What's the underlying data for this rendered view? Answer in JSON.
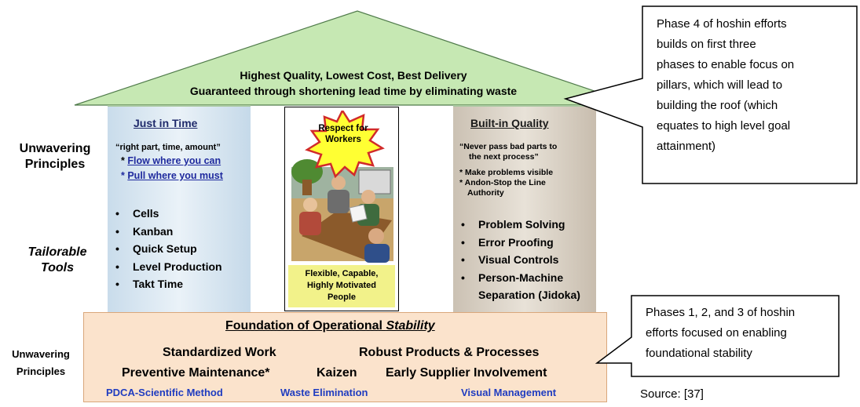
{
  "roof": {
    "line1": "Highest Quality, Lowest Cost, Best Delivery",
    "line2": "Guaranteed through shortening lead time by eliminating waste"
  },
  "side_labels": {
    "principles_top": [
      "Unwavering",
      "Principles"
    ],
    "tools": [
      "Tailorable",
      "Tools"
    ],
    "principles_bottom": [
      "Unwavering",
      "Principles"
    ]
  },
  "jit": {
    "title": "Just in Time",
    "quote": "“right part, time, amount”",
    "link1": "Flow where you can",
    "link2": "Pull where you must",
    "tools": [
      "Cells",
      "Kanban",
      "Quick Setup",
      "Level Production",
      "Takt Time"
    ]
  },
  "center": {
    "starburst": [
      "Respect for",
      "Workers"
    ],
    "caption": [
      "Flexible, Capable,",
      "Highly Motivated",
      "People"
    ]
  },
  "bq": {
    "title": "Built-in Quality",
    "quote": [
      "“Never pass bad parts to",
      "the next process”"
    ],
    "points": [
      "* Make problems visible",
      "* Andon-Stop  the Line",
      "Authority"
    ],
    "tools": [
      "Problem Solving",
      "Error Proofing",
      "Visual Controls",
      "Person-Machine",
      "Separation (Jidoka)"
    ]
  },
  "foundation": {
    "title_a": "Foundation of Operational ",
    "title_b": "Stability",
    "row1_left": "Standardized Work",
    "row1_right": "Robust Products & Processes",
    "row2_a": "Preventive Maintenance*",
    "row2_b": "Kaizen",
    "row2_c": "Early Supplier Involvement",
    "row3_a": "PDCA-Scientific Method",
    "row3_b": "Waste Elimination",
    "row3_c": "Visual Management"
  },
  "callout_top": [
    "Phase 4 of hoshin efforts",
    "builds on first three",
    "phases to enable focus on",
    "pillars, which will lead to",
    "building the roof (which",
    "equates to high level goal",
    "attainment)"
  ],
  "callout_bottom": [
    "Phases 1, 2, and 3 of hoshin",
    "efforts focused on enabling",
    "foundational stability"
  ],
  "source": "Source: [37]",
  "colors": {
    "roof": "#c6e8b3",
    "jit_pillar": "#dde9f3",
    "bq_pillar": "#ddd6cb",
    "foundation": "#fbe3cc",
    "starburst": "#ffff33",
    "caption_box": "#f2f28a",
    "blue_text": "#1f3cc0"
  }
}
